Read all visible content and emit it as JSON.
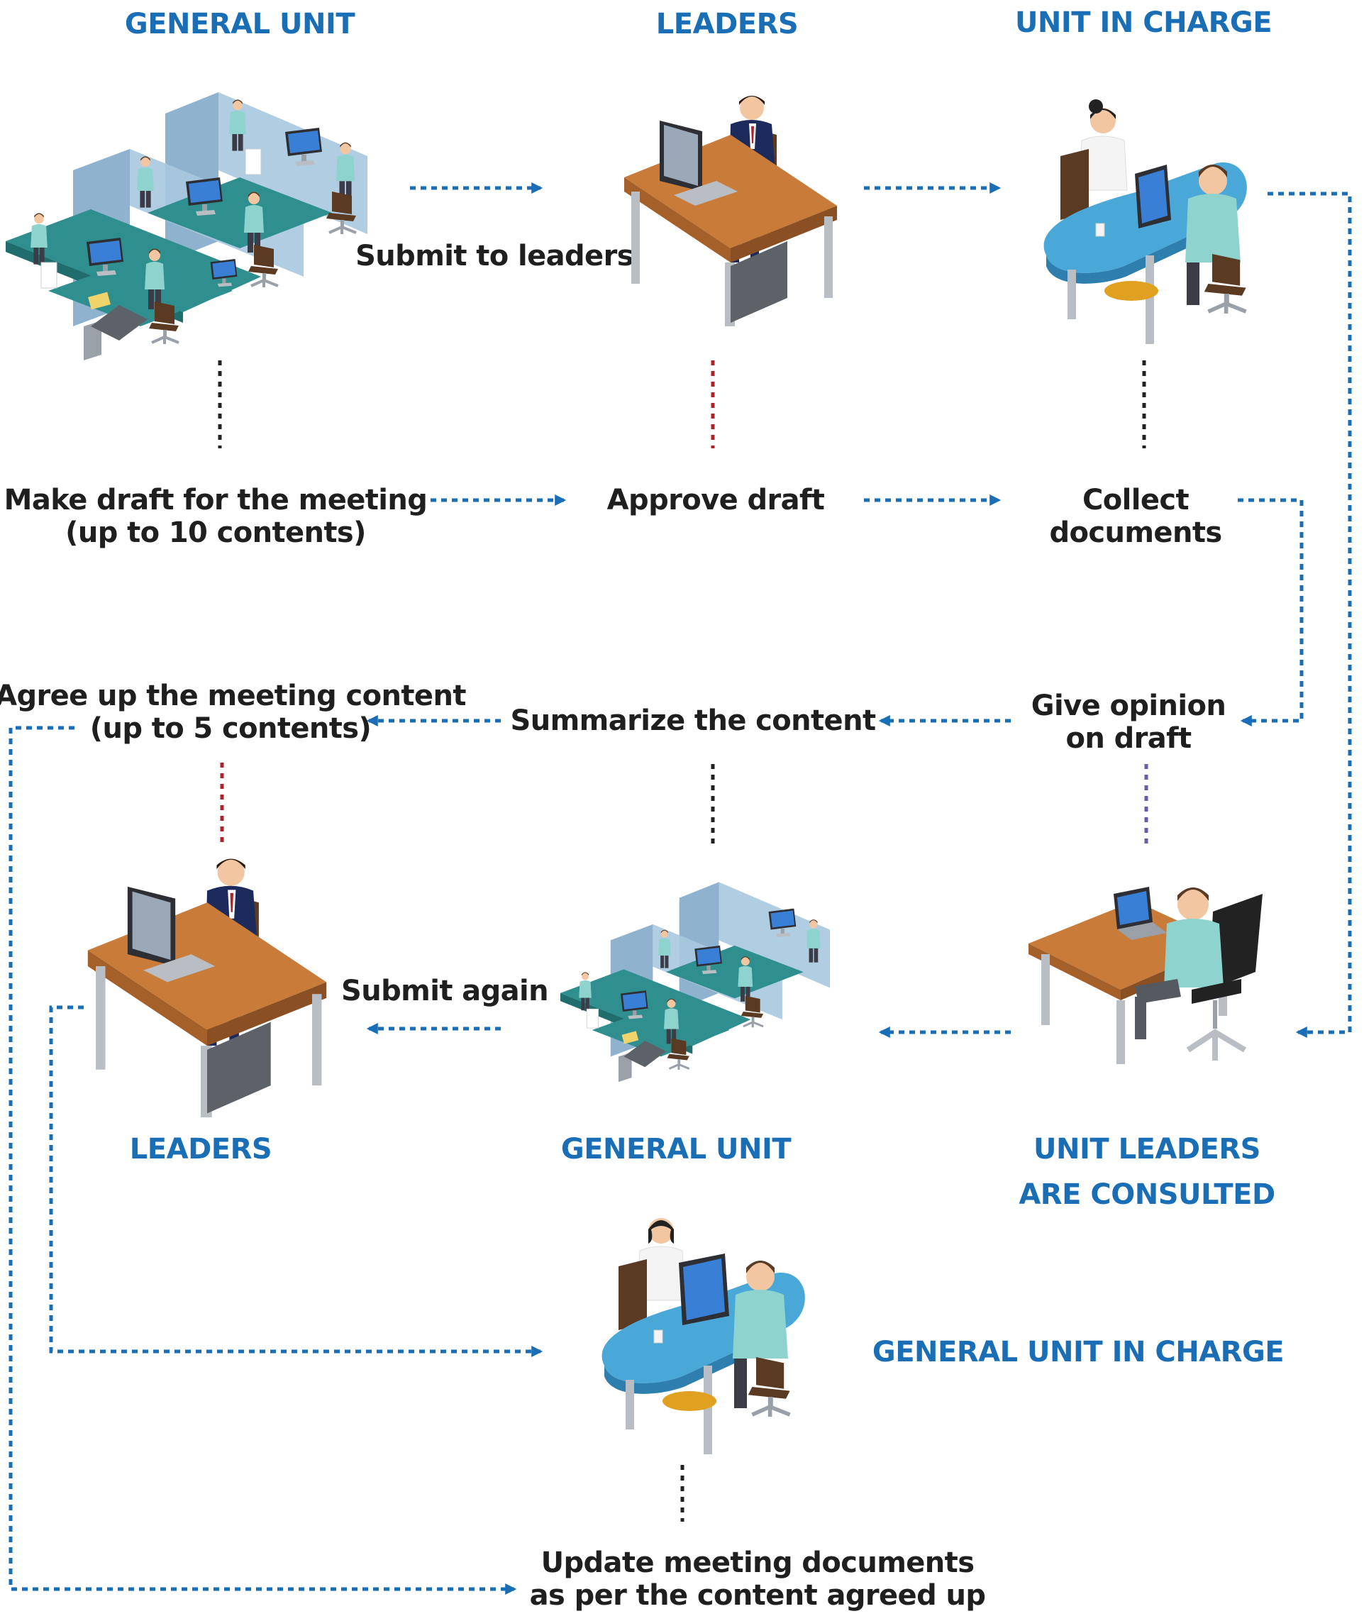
{
  "colors": {
    "accent_blue": "#1a6eb5",
    "text_dark": "#1f1f1f",
    "connector_black": "#222222",
    "connector_red": "#b0222a",
    "connector_purple": "#6b5aa8",
    "desk_wood": "#c97b3a",
    "partition_blue": "#8fb3cf",
    "table_blue": "#4aa8d8"
  },
  "headers": {
    "general_unit_top": "GENERAL UNIT",
    "leaders_top": "LEADERS",
    "unit_in_charge": "UNIT IN CHARGE",
    "leaders_bottom": "LEADERS",
    "general_unit_bottom": "GENERAL UNIT",
    "unit_leaders_line1": "UNIT LEADERS",
    "unit_leaders_line2": "ARE CONSULTED",
    "general_unit_in_charge": "GENERAL UNIT IN CHARGE"
  },
  "steps": {
    "submit_to_leaders": "Submit to leaders",
    "make_draft_line1": "Make draft for the meeting",
    "make_draft_line2": "(up to 10 contents)",
    "approve_draft": "Approve draft",
    "collect_line1": "Collect",
    "collect_line2": "documents",
    "give_opinion_line1": "Give opinion",
    "give_opinion_line2": "on draft",
    "summarize": "Summarize the content",
    "agree_line1": "Agree up the meeting content",
    "agree_line2": "(up to 5 contents)",
    "submit_again": "Submit again",
    "update_line1": "Update meeting documents",
    "update_line2": "as per the content agreed up"
  },
  "icons": {
    "office_cubicles": "office-cubicles-icon",
    "leader_desk": "leader-desk-icon",
    "meeting_table": "meeting-table-icon",
    "laptop_desk": "laptop-desk-icon"
  }
}
